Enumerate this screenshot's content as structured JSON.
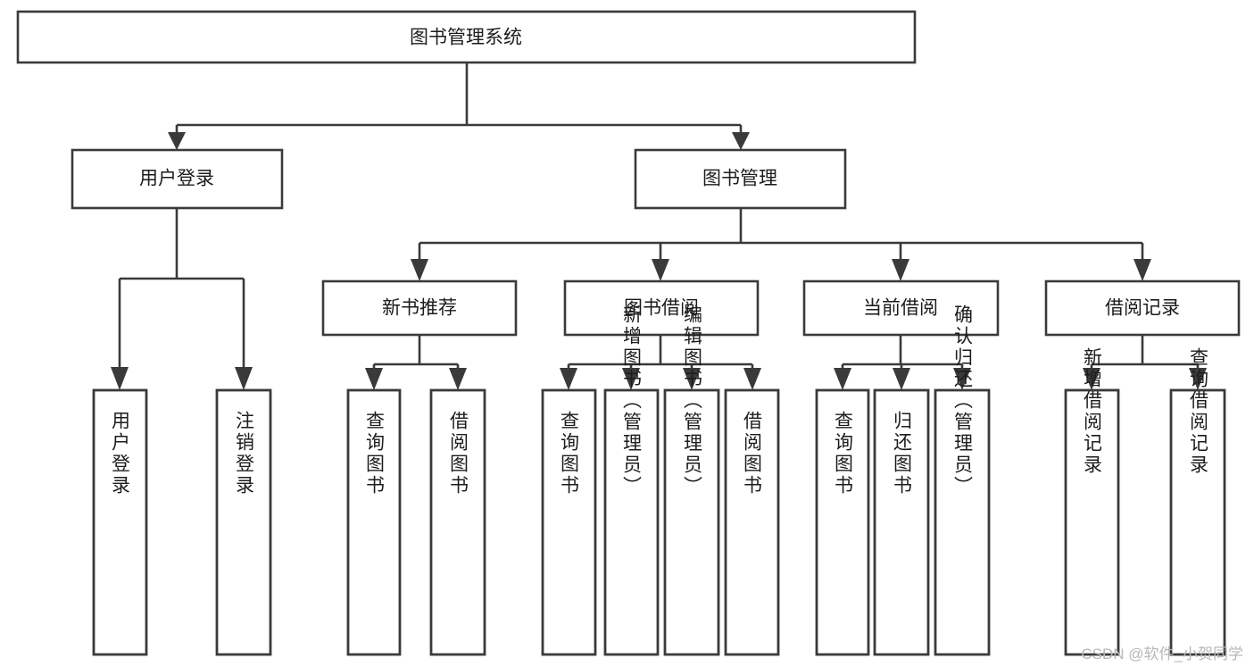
{
  "diagram": {
    "type": "tree-hierarchy-chart",
    "title": "图书管理系统",
    "watermark": "CSDN @软件_小贺同学",
    "colors": {
      "stroke": "#3a3a3a",
      "fill": "#ffffff",
      "text": "#1c1c1c",
      "watermark": "#b8b8b8"
    },
    "levels": {
      "root": {
        "label": "图书管理系统"
      },
      "level2": [
        {
          "id": "user-login",
          "label": "用户登录"
        },
        {
          "id": "book-management",
          "label": "图书管理"
        }
      ],
      "level3": [
        {
          "id": "new-book-recommend",
          "label": "新书推荐",
          "parent": "book-management"
        },
        {
          "id": "book-borrow",
          "label": "图书借阅",
          "parent": "book-management"
        },
        {
          "id": "current-borrow",
          "label": "当前借阅",
          "parent": "book-management"
        },
        {
          "id": "borrow-record",
          "label": "借阅记录",
          "parent": "book-management"
        }
      ],
      "leaves": [
        {
          "id": "leaf-user-login",
          "label": "用户登录",
          "parent": "user-login"
        },
        {
          "id": "leaf-logout-login",
          "label": "注销登录",
          "parent": "user-login"
        },
        {
          "id": "leaf-query-book-1",
          "label": "查询图书",
          "parent": "new-book-recommend"
        },
        {
          "id": "leaf-borrow-book-1",
          "label": "借阅图书",
          "parent": "new-book-recommend"
        },
        {
          "id": "leaf-query-book-2",
          "label": "查询图书",
          "parent": "book-borrow"
        },
        {
          "id": "leaf-add-book",
          "label": "新增图书（管理员）",
          "parent": "book-borrow"
        },
        {
          "id": "leaf-edit-book",
          "label": "编辑图书（管理员）",
          "parent": "book-borrow"
        },
        {
          "id": "leaf-borrow-book-2",
          "label": "借阅图书",
          "parent": "book-borrow"
        },
        {
          "id": "leaf-query-book-3",
          "label": "查询图书",
          "parent": "current-borrow"
        },
        {
          "id": "leaf-return-book",
          "label": "归还图书",
          "parent": "current-borrow"
        },
        {
          "id": "leaf-confirm-return",
          "label": "确认归还（管理员）",
          "parent": "current-borrow"
        },
        {
          "id": "leaf-add-record",
          "label": "新增借阅记录",
          "parent": "borrow-record"
        },
        {
          "id": "leaf-query-record",
          "label": "查询借阅记录",
          "parent": "borrow-record"
        }
      ]
    }
  }
}
